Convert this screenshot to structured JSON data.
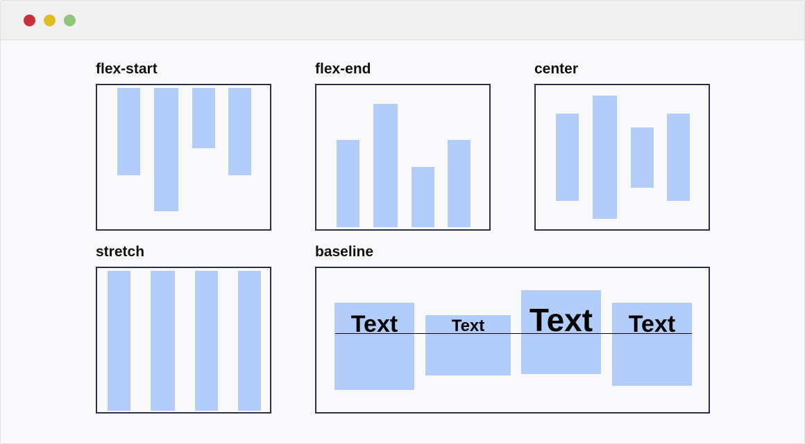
{
  "window": {
    "controls": [
      {
        "name": "close",
        "color": "#c8313a"
      },
      {
        "name": "minimize",
        "color": "#e1be20"
      },
      {
        "name": "zoom",
        "color": "#8fc67a"
      }
    ]
  },
  "colors": {
    "item": "#b3cdfb",
    "border": "#2a2f4d"
  },
  "panels": {
    "flex_start": {
      "title": "flex-start"
    },
    "flex_end": {
      "title": "flex-end"
    },
    "center": {
      "title": "center"
    },
    "stretch": {
      "title": "stretch"
    },
    "baseline": {
      "title": "baseline",
      "items": [
        {
          "text": "Text"
        },
        {
          "text": "Text"
        },
        {
          "text": "Text"
        },
        {
          "text": "Text"
        }
      ]
    }
  }
}
